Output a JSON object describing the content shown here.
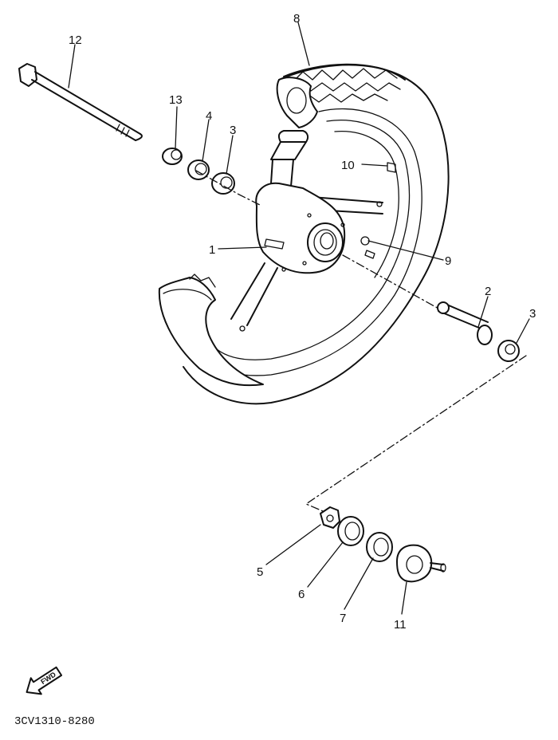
{
  "callouts": {
    "c1": "1",
    "c2": "2",
    "c3a": "3",
    "c3b": "3",
    "c4": "4",
    "c5": "5",
    "c6": "6",
    "c7": "7",
    "c8": "8",
    "c9": "9",
    "c10": "10",
    "c11": "11",
    "c12": "12",
    "c13": "13"
  },
  "fwd_label": "FWD",
  "part_code": "3CV1310-8280"
}
